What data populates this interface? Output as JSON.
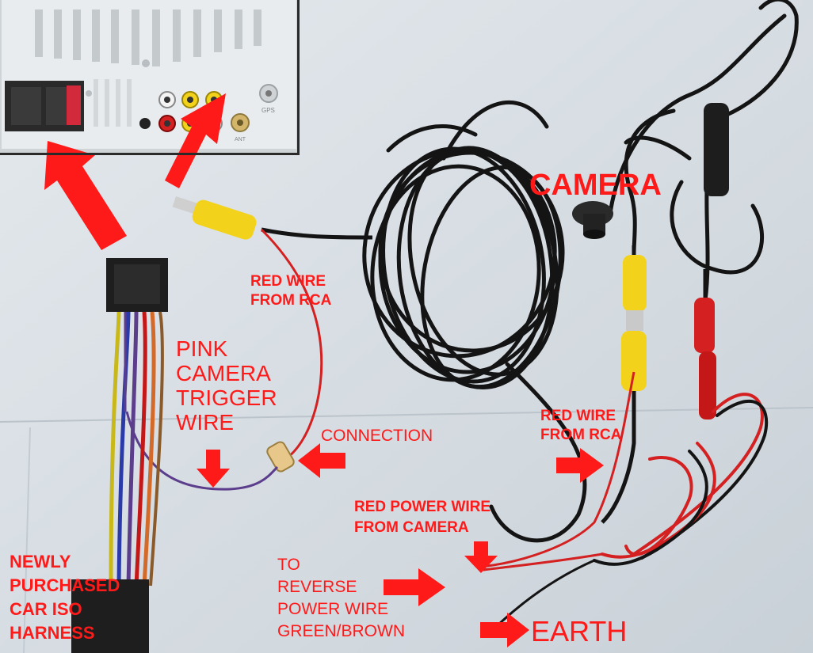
{
  "labels": {
    "camera": "CAMERA",
    "red_wire_rca_top": "RED WIRE\nFROM RCA",
    "pink_trigger": "PINK\nCAMERA\nTRIGGER\nWIRE",
    "connection": "CONNECTION",
    "red_wire_rca_right": "RED WIRE\nFROM RCA",
    "red_power_wire": "RED POWER WIRE\nFROM CAMERA",
    "to_reverse": "TO\nREVERSE\nPOWER WIRE\nGREEN/BROWN",
    "earth": "EARTH",
    "iso_harness": "NEWLY\nPURCHASED\nCAR ISO\nHARNESS"
  },
  "inset": {
    "gps_label": "GPS",
    "ant_label": "ANT"
  },
  "colors": {
    "annotation": "#ff1a1a",
    "background": "#d6dde3",
    "stereo_metal": "#e9ecee",
    "wire_black": "#141414",
    "wire_red": "#d42020",
    "rca_yellow": "#f2d21a"
  }
}
